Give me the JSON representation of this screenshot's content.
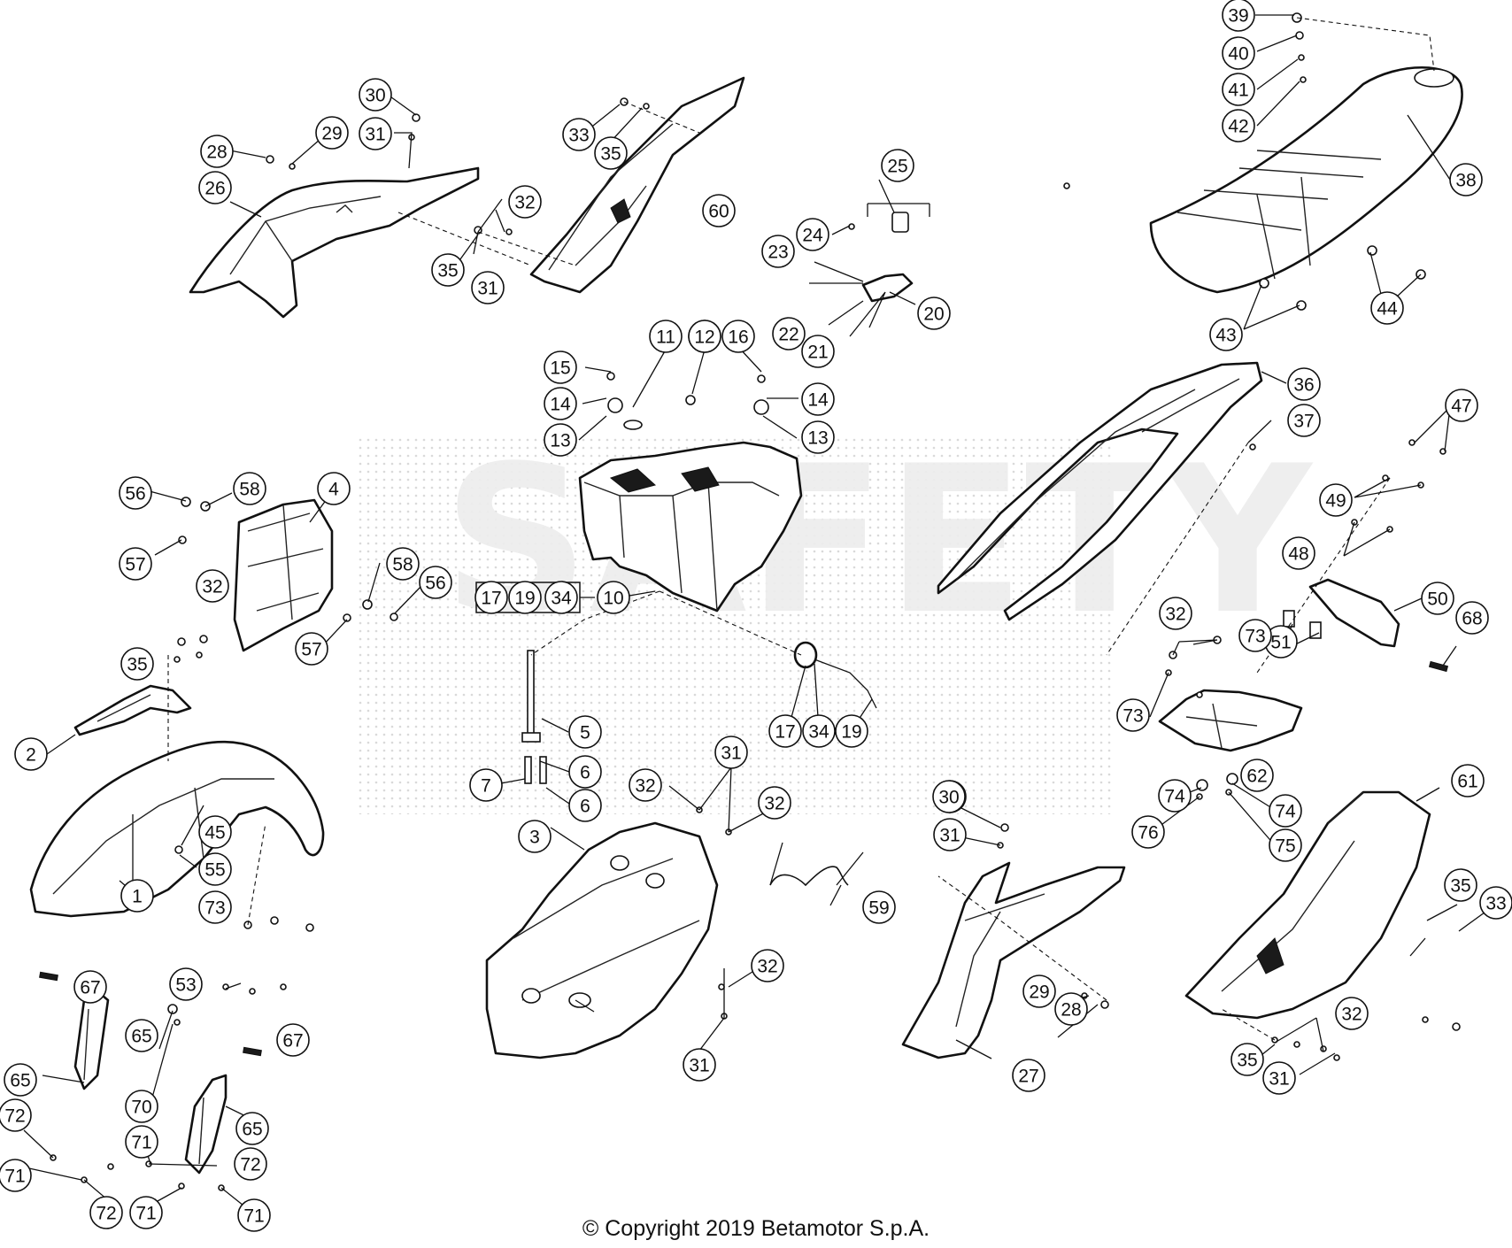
{
  "diagram": {
    "copyright": "© Copyright 2019 Betamotor S.p.A.",
    "watermark": "SAFETY"
  },
  "callout_labels": [
    "1",
    "2",
    "3",
    "4",
    "5",
    "6",
    "7",
    "10",
    "11",
    "12",
    "13",
    "14",
    "15",
    "16",
    "17",
    "19",
    "20",
    "21",
    "22",
    "23",
    "24",
    "25",
    "26",
    "27",
    "28",
    "29",
    "30",
    "31",
    "32",
    "33",
    "34",
    "35",
    "36",
    "37",
    "38",
    "39",
    "40",
    "41",
    "42",
    "43",
    "44",
    "45",
    "47",
    "48",
    "49",
    "50",
    "51",
    "53",
    "55",
    "56",
    "57",
    "58",
    "59",
    "60",
    "61",
    "62",
    "65",
    "67",
    "68",
    "70",
    "71",
    "72",
    "73",
    "74",
    "75",
    "76"
  ],
  "group_box": {
    "items": [
      "17",
      "19",
      "34"
    ],
    "ref": "10"
  }
}
